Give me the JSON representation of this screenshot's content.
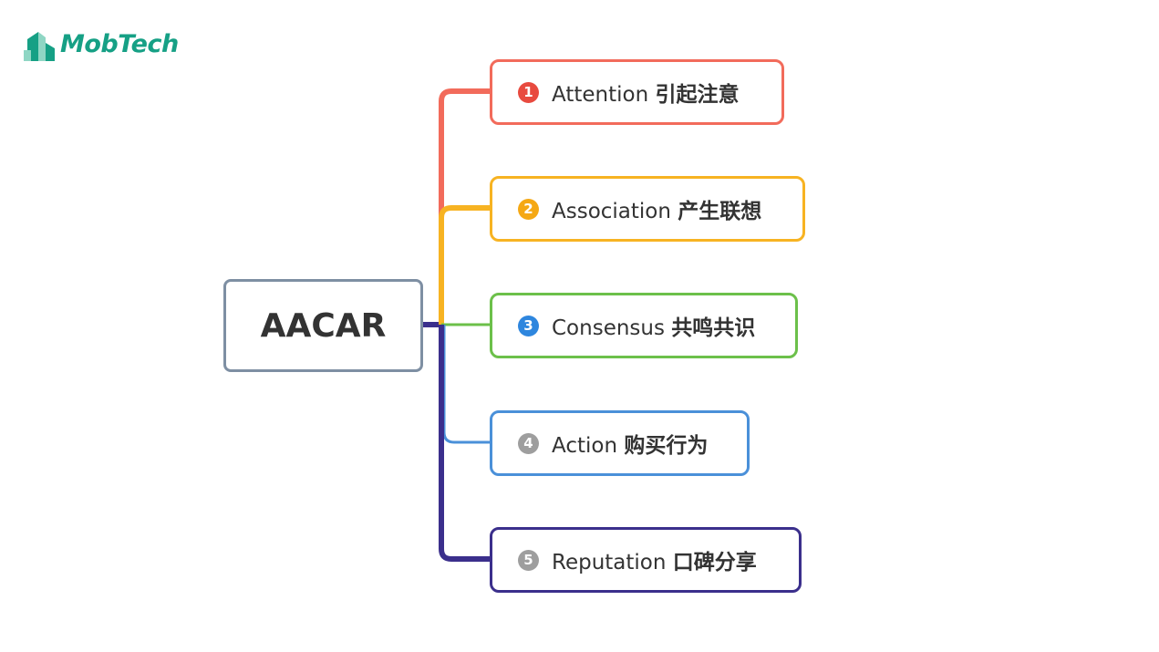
{
  "brand": {
    "name": "MobTech",
    "color": "#16a085"
  },
  "root": {
    "label": "AACAR",
    "border_color": "#7e8fa3"
  },
  "nodes": [
    {
      "num": "1",
      "en": "Attention",
      "zh": "引起注意",
      "color": "#f26b5b",
      "badge_color": "#e84a3f"
    },
    {
      "num": "2",
      "en": "Association",
      "zh": "产生联想",
      "color": "#f7b322",
      "badge_color": "#f5a814"
    },
    {
      "num": "3",
      "en": "Consensus",
      "zh": "共鸣共识",
      "color": "#6cc04a",
      "badge_color": "#2e86de"
    },
    {
      "num": "4",
      "en": "Action",
      "zh": "购买行为",
      "color": "#4a90d9",
      "badge_color": "#9e9e9e"
    },
    {
      "num": "5",
      "en": "Reputation",
      "zh": "口碑分享",
      "color": "#3b2f8c",
      "badge_color": "#9e9e9e"
    }
  ]
}
